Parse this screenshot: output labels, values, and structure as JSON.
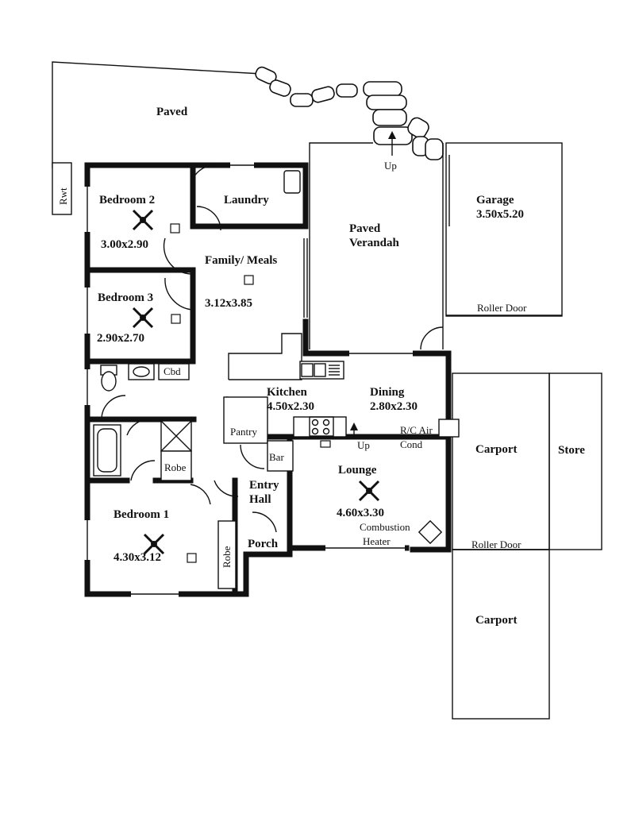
{
  "rooms": {
    "paved": "Paved",
    "rwt": "Rwt",
    "bedroom2": {
      "name": "Bedroom 2",
      "size": "3.00x2.90"
    },
    "laundry": "Laundry",
    "paved_verandah": {
      "line1": "Paved",
      "line2": "Verandah"
    },
    "up_top": "Up",
    "garage": {
      "name": "Garage",
      "size": "3.50x5.20"
    },
    "garage_roller": "Roller Door",
    "family": {
      "name": "Family/ Meals",
      "size": "3.12x3.85"
    },
    "bedroom3": {
      "name": "Bedroom 3",
      "size": "2.90x2.70"
    },
    "cbd": "Cbd",
    "kitchen": {
      "name": "Kitchen",
      "size": "4.50x2.30"
    },
    "dining": {
      "name": "Dining",
      "size": "2.80x2.30"
    },
    "pantry": "Pantry",
    "bar": "Bar",
    "up_mid": "Up",
    "rc_air": {
      "line1": "R/C Air",
      "line2": "Cond"
    },
    "carport1": "Carport",
    "store": "Store",
    "robe1": "Robe",
    "entry": {
      "line1": "Entry",
      "line2": "Hall"
    },
    "lounge": {
      "name": "Lounge",
      "size": "4.60x3.30"
    },
    "bedroom1": {
      "name": "Bedroom 1",
      "size": "4.30x3.12"
    },
    "combustion": {
      "line1": "Combustion",
      "line2": "Heater"
    },
    "porch": "Porch",
    "robe2": "Robe",
    "carport_roller": "Roller Door",
    "carport2": "Carport"
  },
  "icons": [
    "ceiling-fan-icon",
    "light-fixture-icon",
    "toilet-icon",
    "basin-icon",
    "bath-icon",
    "shower-icon",
    "stove-icon",
    "sink-icon",
    "combustion-heater-icon",
    "stepping-stone-icon"
  ]
}
